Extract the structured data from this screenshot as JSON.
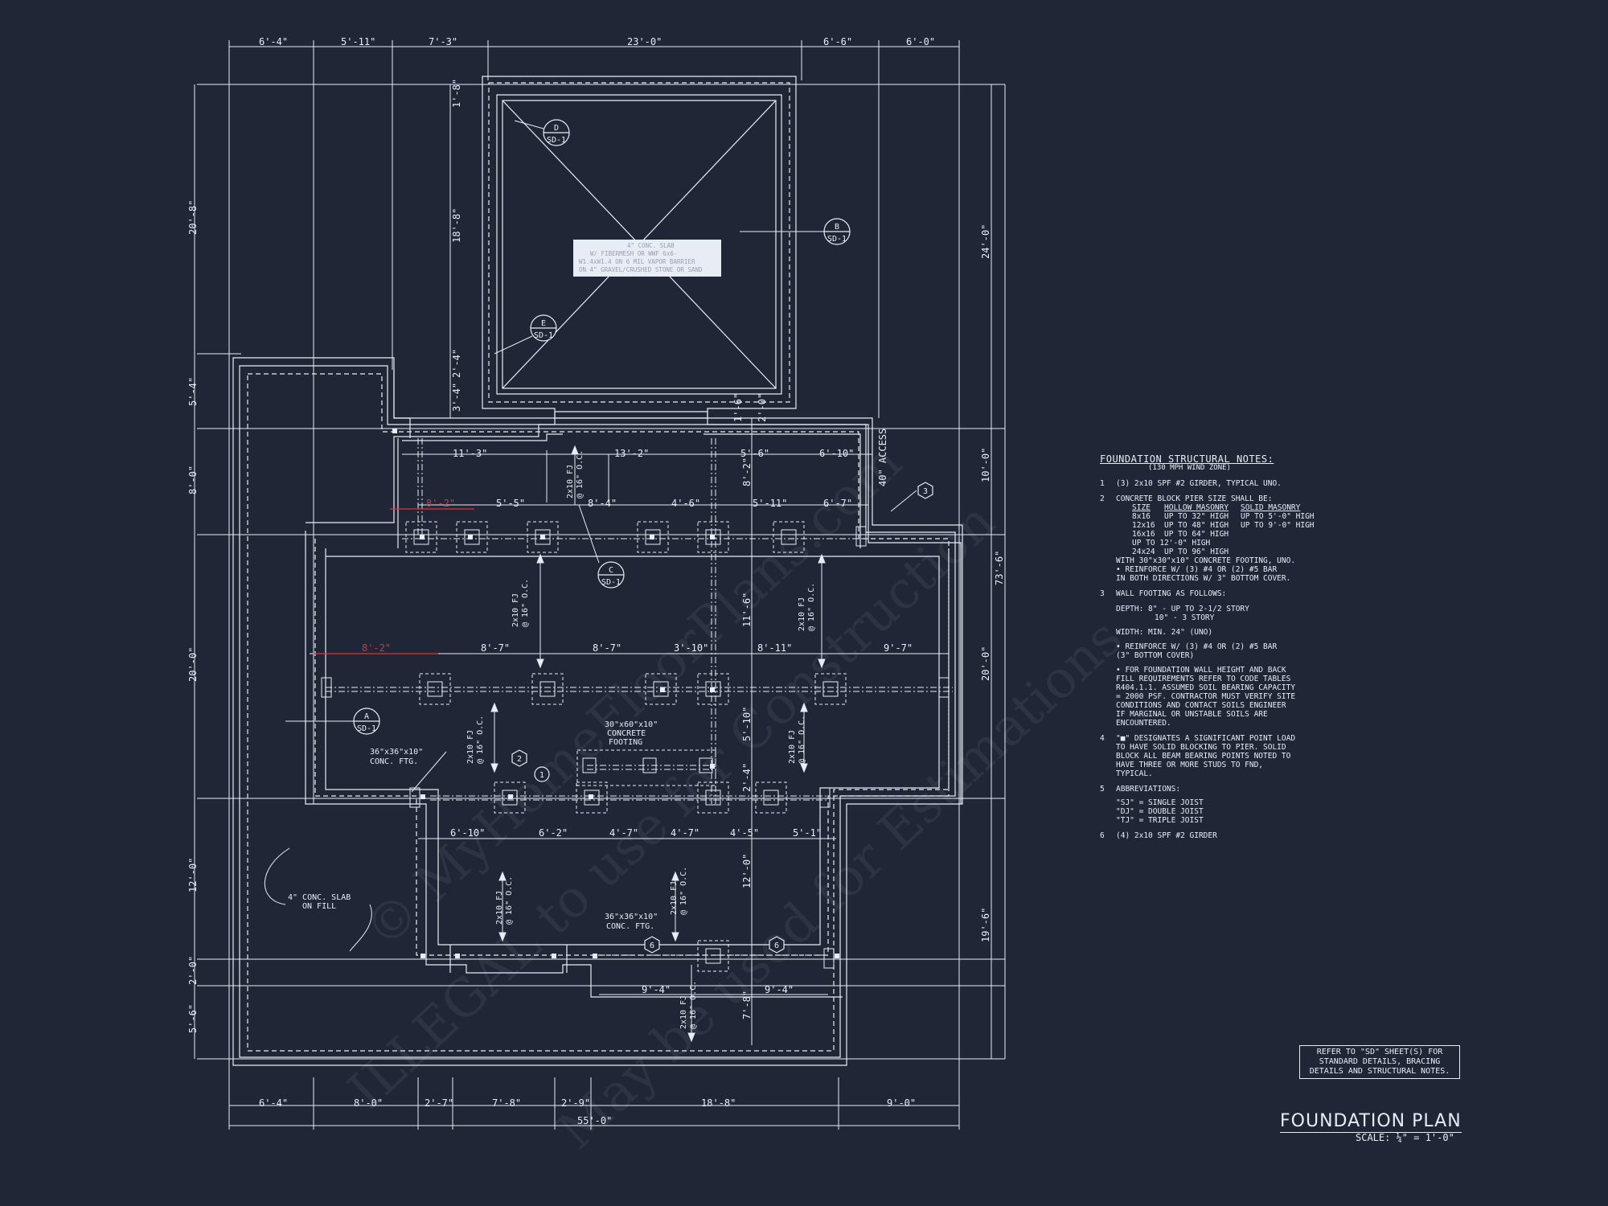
{
  "title": "FOUNDATION PLAN",
  "scale": "SCALE: ¼\" = 1'-0\"",
  "ref_note": [
    "REFER TO \"SD\" SHEET(S) FOR",
    "STANDARD DETAILS, BRACING",
    "DETAILS AND STRUCTURAL NOTES."
  ],
  "watermark": [
    "© MyHomeFloorPlans.com",
    "ILLEGAL to use for Construction",
    "May be used for Estimations"
  ],
  "notes": {
    "heading": "FOUNDATION STRUCTURAL NOTES:",
    "subheading": "(130 MPH WIND ZONE)",
    "n1": "(3) 2x10 SPF #2 GIRDER, TYPICAL UNO.",
    "n2": "CONCRETE BLOCK PIER SIZE SHALL BE:",
    "pier_header": [
      "SIZE",
      "HOLLOW MASONRY",
      "SOLID MASONRY"
    ],
    "pier_rows": [
      [
        "8x16",
        "UP TO 32\" HIGH",
        "UP TO 5'-0\" HIGH"
      ],
      [
        "12x16",
        "UP TO 48\" HIGH",
        "UP TO 9'-0\" HIGH"
      ],
      [
        "16x16",
        "UP TO 64\" HIGH",
        "UP TO 12'-0\" HIGH"
      ],
      [
        "24x24",
        "UP TO 96\" HIGH",
        ""
      ]
    ],
    "n2a": "WITH 30\"x30\"x10\" CONCRETE FOOTING, UNO.",
    "n2b": "• REINFORCE W/ (3) #4 OR (2) #5 BAR",
    "n2c": "IN BOTH DIRECTIONS W/ 3\" BOTTOM COVER.",
    "n3": "WALL FOOTING AS FOLLOWS:",
    "n3a": "DEPTH: 8\" - UP TO 2-1/2 STORY",
    "n3b": "10\" - 3 STORY",
    "n3c": "WIDTH: MIN. 24\" (UNO)",
    "n3d": "• REINFORCE W/ (3) #4 OR (2) #5 BAR",
    "n3e": "(3\" BOTTOM COVER)",
    "n3f": "• FOR FOUNDATION WALL HEIGHT AND BACK FILL REQUIREMENTS REFER TO CODE TABLES R404.1.1. ASSUMED SOIL BEARING CAPACITY = 2000 PSF. CONTRACTOR MUST VERIFY SITE CONDITIONS AND CONTACT SOILS ENGINEER IF MARGINAL OR UNSTABLE SOILS ARE ENCOUNTERED.",
    "n4": "\"■\" DESIGNATES A SIGNIFICANT POINT LOAD TO HAVE SOLID BLOCKING TO PIER. SOLID BLOCK ALL BEAM BEARING POINTS NOTED TO HAVE THREE OR MORE STUDS TO FND, TYPICAL.",
    "n5": "ABBREVIATIONS:",
    "n5a": "\"SJ\" = SINGLE JOIST",
    "n5b": "\"DJ\" = DOUBLE JOIST",
    "n5c": "\"TJ\" = TRIPLE JOIST",
    "n6": "(4) 2x10 SPF #2 GIRDER",
    "num": [
      "1",
      "2",
      "3",
      "4",
      "5",
      "6"
    ]
  },
  "dims": {
    "top": [
      "6'-4\"",
      "5'-11\"",
      "7'-3\"",
      "23'-0\"",
      "6'-6\"",
      "6'-0\""
    ],
    "bottom": [
      "6'-4\"",
      "8'-0\"",
      "2'-7\"",
      "7'-8\"",
      "2'-9\"",
      "18'-8\"",
      "9'-0\""
    ],
    "bottom_total": "55'-0\"",
    "left": [
      "20'-8\"",
      "5'-4\"",
      "8'-0\"",
      "20'-0\"",
      "12'-0\"",
      "2'-0\"",
      "5'-6\""
    ],
    "right": [
      "24'-0\"",
      "10'-0\"",
      "20'-0\"",
      "19'-6\""
    ],
    "right_total": "73'-6\"",
    "inner_left": [
      "1'-8\"",
      "18'-8\"",
      "2'-4\"",
      "3'-4\""
    ],
    "row1": [
      "11'-3\"",
      "13'-2\"",
      "5'-6\"",
      "6'-10\""
    ],
    "row2": [
      "5'-5\"",
      "8'-4\"",
      "4'-6\"",
      "5'-11\"",
      "6'-7\""
    ],
    "row2_red": "8'-2\"",
    "row3": [
      "8'-7\"",
      "8'-7\"",
      "3'-10\"",
      "8'-11\"",
      "9'-7\""
    ],
    "row3_red": "8'-2\"",
    "row4": [
      "6'-10\"",
      "6'-2\"",
      "4'-7\"",
      "4'-7\"",
      "4'-5\"",
      "5'-1\""
    ],
    "row5": [
      "9'-4\"",
      "9'-4\""
    ],
    "vert": [
      "8'-2\"",
      "11'-6\"",
      "5'-10\"",
      "2'-4\"",
      "12'-0\"",
      "7'-8\"",
      "1'-6\"",
      "2'-0\""
    ]
  },
  "labels": {
    "joist": "2x10 FJ",
    "joist_oc": "@ 16\" O.C.",
    "access": "40\" ACCESS",
    "footing_large": [
      "30\"x60\"x10\"",
      "CONCRETE",
      "FOOTING"
    ],
    "conc_ftg_a": [
      "36\"x36\"x10\"",
      "CONC. FTG."
    ],
    "conc_ftg_b": [
      "36\"x36\"x10\"",
      "CONC. FTG."
    ],
    "slab_fill": [
      "4\" CONC. SLAB",
      "ON FILL"
    ],
    "slab_note": [
      "4\" CONC. SLAB",
      "W/ FIBERMESH OR WWF 6x6-",
      "W1.4xW1.4 ON 6 MIL VAPOR BARRIER",
      "ON 4\" GRAVEL/CRUSHED STONE OR SAND"
    ]
  },
  "details": [
    {
      "letter": "D",
      "sheet": "SD-1"
    },
    {
      "letter": "B",
      "sheet": "SD-1"
    },
    {
      "letter": "E",
      "sheet": "SD-1"
    },
    {
      "letter": "C",
      "sheet": "SD-1"
    },
    {
      "letter": "A",
      "sheet": "SD-1"
    }
  ],
  "colors": {
    "background": "#212637",
    "line": "#e8ecf4",
    "dim_red": "#e0303a"
  }
}
